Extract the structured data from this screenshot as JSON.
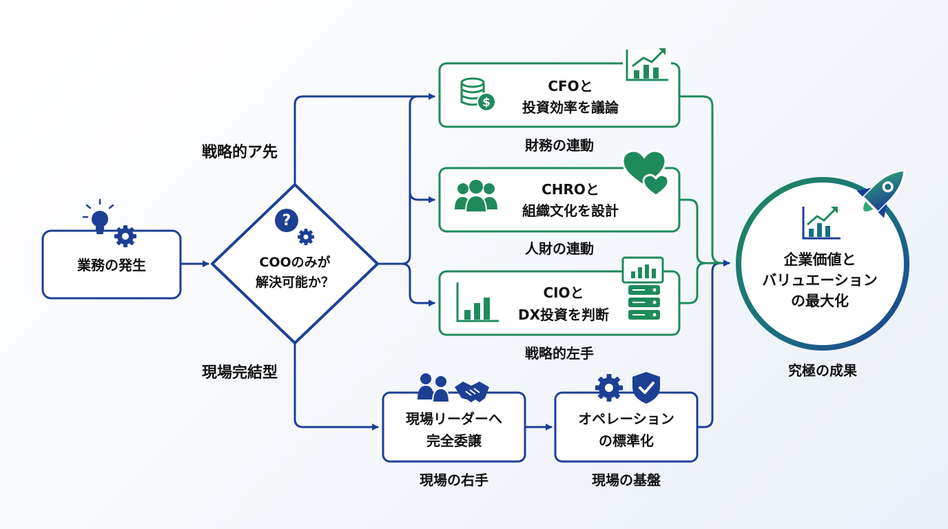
{
  "nodes": {
    "start": {
      "text": "業務の発生"
    },
    "decision": {
      "line1": "COOのみが",
      "line2": "解決可能か？"
    },
    "cfo": {
      "line1": "CFOと",
      "line2": "投資効率を議論"
    },
    "chro": {
      "line1": "CHROと",
      "line2": "組織文化を設計"
    },
    "cio": {
      "line1": "CIOと",
      "line2": "DX投資を判断"
    },
    "delegate": {
      "line1": "現場リーダーへ",
      "line2": "完全委譲"
    },
    "standardize": {
      "line1": "オペレーション",
      "line2": "の標準化"
    },
    "goal": {
      "line1": "企業価値と",
      "line2": "バリュエーション",
      "line3": "の最大化"
    }
  },
  "labels": {
    "branch_top": "戦略的ア先",
    "branch_bottom": "現場完結型",
    "cfo_caption": "財務の連動",
    "chro_caption": "人財の連動",
    "cio_caption": "戦略的左手",
    "delegate_caption": "現場の右手",
    "standardize_caption": "現場の基盤",
    "goal_caption": "究極の成果"
  },
  "colors": {
    "navy": "#1d3f94",
    "green": "#1f8a5c",
    "green_light": "#2fa876"
  },
  "icons": {
    "start": [
      "lightbulb-icon",
      "gear-icon"
    ],
    "decision": [
      "question-icon",
      "gear-icon"
    ],
    "cfo": [
      "coins-dollar-icon",
      "growth-chart-icon"
    ],
    "chro": [
      "people-group-icon",
      "hearts-icon"
    ],
    "cio": [
      "bar-chart-icon",
      "server-icon",
      "dashboard-icon"
    ],
    "delegate": [
      "people-icon",
      "handshake-icon"
    ],
    "standardize": [
      "gear-icon",
      "shield-check-icon"
    ],
    "goal": [
      "growth-chart-icon",
      "rocket-icon"
    ]
  }
}
